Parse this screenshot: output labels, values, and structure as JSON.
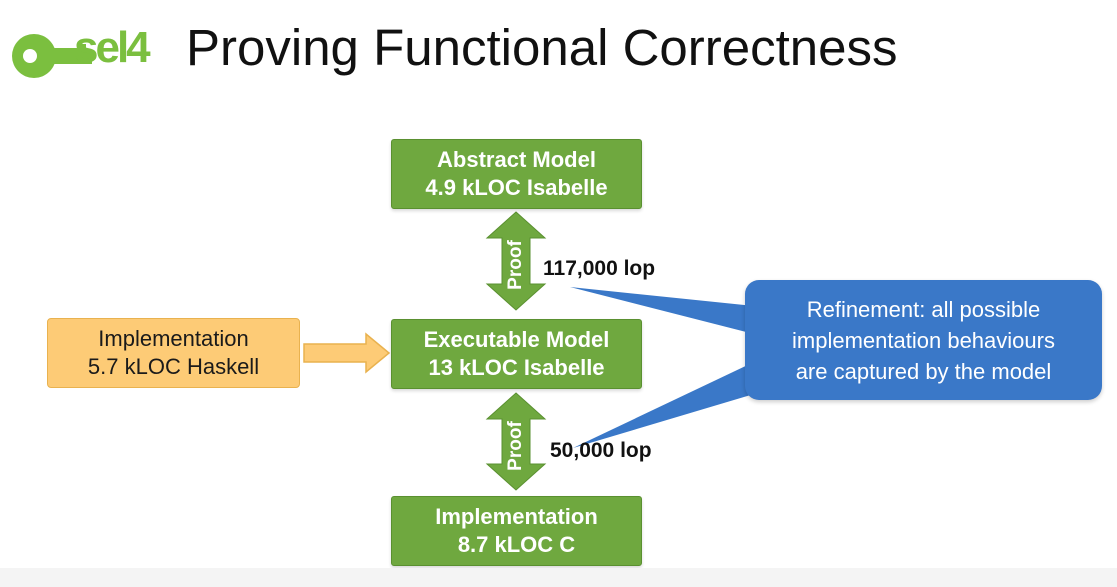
{
  "slide": {
    "title": "Proving Functional Correctness",
    "logo_text": "sel4"
  },
  "boxes": {
    "abstract_model": {
      "line1": "Abstract Model",
      "line2": "4.9 kLOC Isabelle"
    },
    "executable_model": {
      "line1": "Executable Model",
      "line2": "13 kLOC Isabelle"
    },
    "implementation_c": {
      "line1": "Implementation",
      "line2": "8.7 kLOC C"
    },
    "implementation_haskell": {
      "line1": "Implementation",
      "line2": "5.7 kLOC Haskell"
    }
  },
  "proofs": {
    "top": {
      "label": "Proof",
      "size": "117,000 lop"
    },
    "bottom": {
      "label": "Proof",
      "size": "50,000 lop"
    }
  },
  "callout": {
    "line1": "Refinement: all possible",
    "line2": "implementation behaviours",
    "line3": "are captured by the model"
  },
  "colors": {
    "green": "#6fa83f",
    "orange": "#fdcb76",
    "blue": "#3a78c8",
    "logo_green": "#7bbf3f"
  }
}
